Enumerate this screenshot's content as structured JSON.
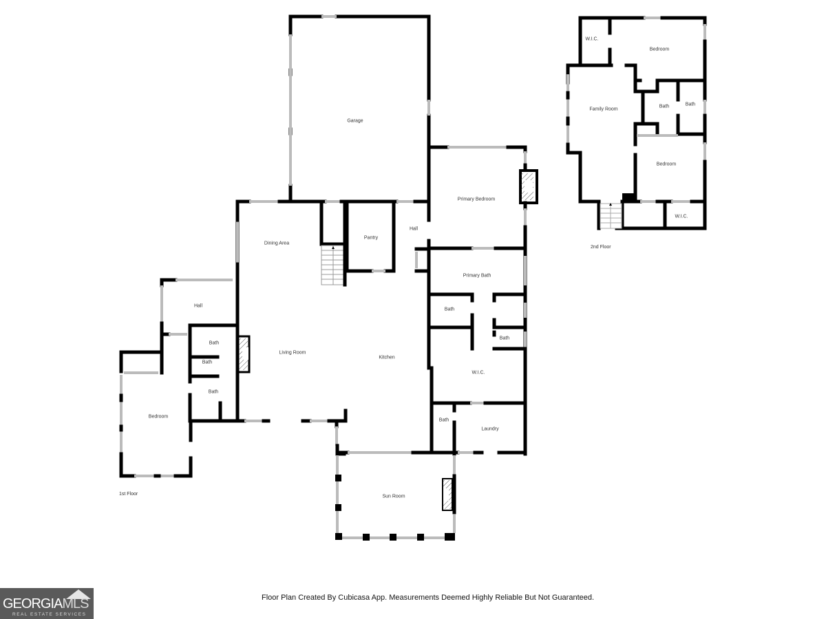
{
  "floors": {
    "first": {
      "label": "1st Floor",
      "rooms": {
        "garage": "Garage",
        "primary_bedroom": "Primary Bedroom",
        "hall_top": "Hall",
        "dining_area": "Dining Area",
        "pantry": "Pantry",
        "primary_bath": "Primary Bath",
        "bath_a": "Bath",
        "bath_b": "Bath",
        "hall_left": "Hall",
        "bath_c": "Bath",
        "bath_d": "Bath",
        "bath_e": "Bath",
        "living_room": "Living Room",
        "kitchen": "Kitchen",
        "wic": "W.I.C.",
        "bedroom": "Bedroom",
        "bath_f": "Bath",
        "laundry": "Laundry",
        "sun_room": "Sun Room"
      }
    },
    "second": {
      "label": "2nd Floor",
      "rooms": {
        "wic_top": "W.I.C.",
        "bedroom_top": "Bedroom",
        "family_room": "Family Room",
        "bath_a": "Bath",
        "bath_b": "Bath",
        "bedroom_bottom": "Bedroom",
        "wic_bottom": "W.I.C."
      }
    }
  },
  "footer": {
    "disclaimer": "Floor Plan Created By Cubicasa App. Measurements Deemed Highly Reliable But Not Guaranteed."
  },
  "logo": {
    "main": "GEORGIA",
    "accent": "MLS",
    "sub": "REAL ESTATE SERVICES"
  }
}
